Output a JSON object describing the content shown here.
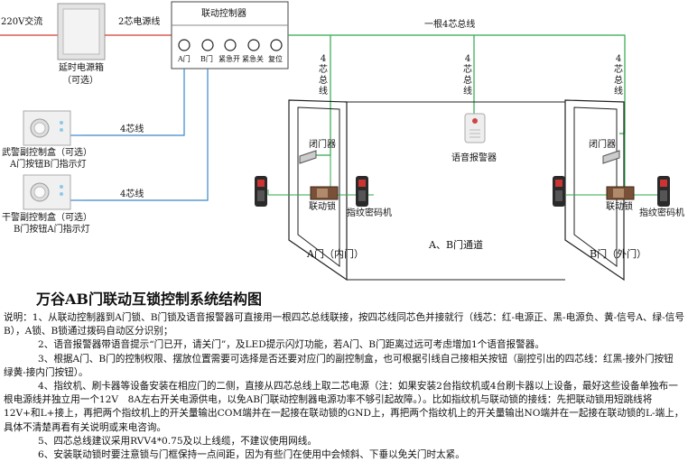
{
  "diagram": {
    "power_220": "220V交流",
    "delay_power_box": "延时电源箱",
    "delay_power_optional": "（可选）",
    "two_core_power_line": "2芯电源线",
    "controller_title": "联动控制器",
    "controller_buttons": [
      "A门",
      "B门",
      "紧急开",
      "紧急关",
      "复位"
    ],
    "bus_4core_single": "一根4芯总线",
    "bus_4core_vertical": "4芯总线",
    "line_4core": "4芯线",
    "control_box_a": "武警副控制盒（可选）",
    "control_box_a_sub": "A门按钮B门指示灯",
    "control_box_b": "干警副控制盒（可选）",
    "control_box_b_sub": "B门按钮A门指示灯",
    "door_closer": "闭门器",
    "linked_lock": "联动锁",
    "fingerprint_lock": "指纹密码机",
    "voice_alarm": "语音报警器",
    "door_a": "A门（内门）",
    "door_b": "B门（外门）",
    "passage": "A、B门通道"
  },
  "title": "万谷AB门联动互锁控制系统结构图",
  "notes": {
    "n1": "说明：1、从联动控制器到A门锁、B门锁及语音报警器可直接用一根四芯总线联接，按四芯线同芯色并接就行（线芯：红-电源正、黑-电源负、黄-信号A、绿-信号B），A锁、B锁通过拨码自动区分识别；",
    "n2": "2、语音报警器带语音提示“门已开，请关门”，及LED提示闪灯功能，若A门、B门距离过远可考虑增加1个语音报警器。",
    "n3": "3、根据A门、B门的控制权限、摆放位置需要可选择是否还要对应门的副控制盒，也可根据引线自己接相关按钮（副控引出的四芯线：红黑-接外门按钮　绿黄-接内门按钮）。",
    "n4": "4、指纹机、刷卡器等设备安装在相应门的二侧，直接从四芯总线上取二芯电源（注：如果安装2台指纹机或4台刷卡器以上设备，最好这些设备单独布一根电源线并独立用一个12V　8A左右开关电源供电，以免AB门联动控制器电源功率不够引起故障。）。比如指纹机与联动锁的接线：先把联动锁用短跳线将12V+和L+接上，再把两个指纹机上的开关量输出COM端并在一起接在联动锁的GND上，再把两个指纹机上的开关量输出NO端并在一起接在联动锁的L-端上，具体不清楚再看有关说明或来电咨询。",
    "n5": "5、四芯总线建议采用RVV4*0.75及以上线缆，不建议使用网线。",
    "n6": "6、安装联动锁时要注意锁与门框保持一点间距，因为有些门在使用中会倾斜、下垂以免关门时太紧。"
  }
}
